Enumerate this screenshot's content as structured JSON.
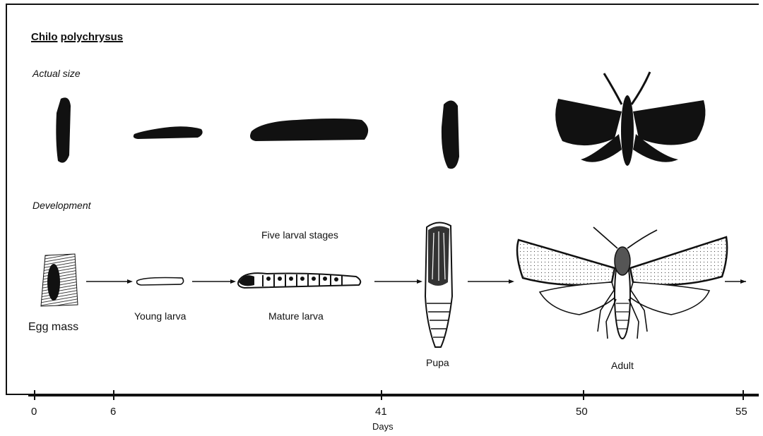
{
  "title": {
    "part1": "Chilo",
    "part2": "polychrysus"
  },
  "sections": {
    "actual_size": "Actual size",
    "development": "Development"
  },
  "annotation": "Five larval stages",
  "stages": [
    {
      "label": "Egg mass"
    },
    {
      "label": "Young larva"
    },
    {
      "label": "Mature larva"
    },
    {
      "label": "Pupa"
    },
    {
      "label": "Adult"
    }
  ],
  "axis": {
    "title": "Days",
    "ticks": [
      "0",
      "6",
      "41",
      "50",
      "55"
    ]
  }
}
